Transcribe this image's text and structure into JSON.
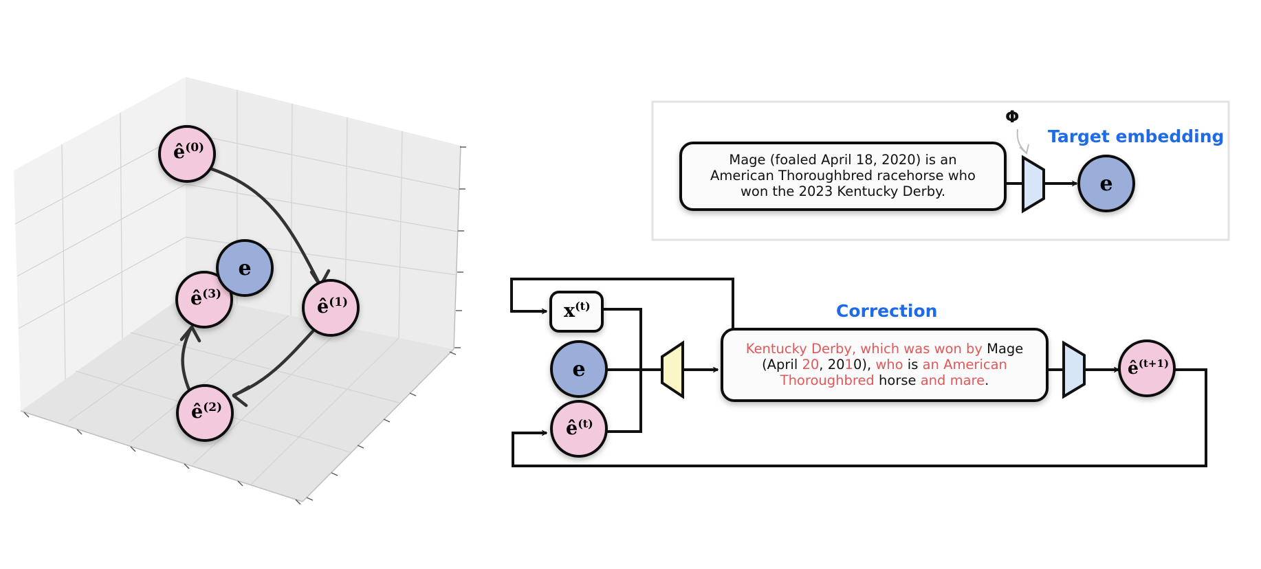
{
  "colors": {
    "pink": "#f3c9dd",
    "blue": "#9aaed9",
    "text_highlight": "#e0585a",
    "label_blue": "#1f6ae6",
    "encoder_blue": "#d6e6f7",
    "encoder_yellow": "#fbf6c6"
  },
  "space_nodes": {
    "e0": {
      "base": "ê",
      "sup": "(0)"
    },
    "e1": {
      "base": "ê",
      "sup": "(1)"
    },
    "e2": {
      "base": "ê",
      "sup": "(2)"
    },
    "e3": {
      "base": "ê",
      "sup": "(3)"
    },
    "target": {
      "base": "e"
    }
  },
  "target_panel": {
    "title": "Target embedding",
    "encoder_symbol": "Φ",
    "text_lines": [
      "Mage (foaled April 18, 2020) is an",
      "American Thoroughbred racehorse who",
      "won the 2023 Kentucky Derby."
    ],
    "output": {
      "base": "e"
    }
  },
  "correction_panel": {
    "title": "Correction",
    "inputs": {
      "x": {
        "base": "x",
        "sup": "(t)"
      },
      "e": {
        "base": "e"
      },
      "e_hat": {
        "base": "ê",
        "sup": "(t)"
      }
    },
    "output": {
      "base": "ê",
      "sup": "(t+1)"
    },
    "text_segments": {
      "l1_a": "Kentucky Derby",
      "l1_b": ",",
      "l1_c": " which was won by",
      "l1_d": " Mage",
      "l2_a": "(April ",
      "l2_b": "20",
      "l2_c": ", 20",
      "l2_d": "1",
      "l2_e": "0), ",
      "l2_f": "who",
      "l2_g": " is ",
      "l2_h": "an American",
      "l3_a": "Thoroughbred",
      "l3_b": " horse ",
      "l3_c": "and mare",
      "l3_d": "."
    }
  }
}
